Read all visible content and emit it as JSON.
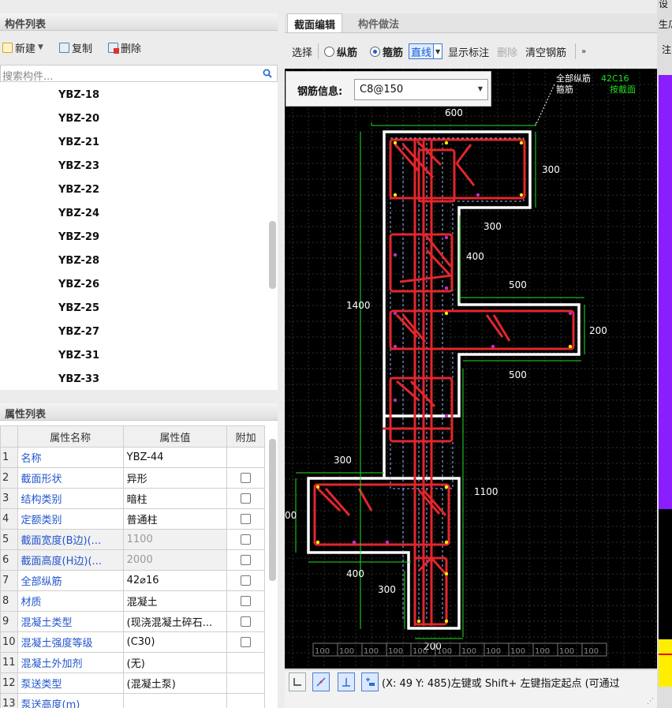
{
  "left_panel": {
    "title": "构件列表",
    "toolbar": {
      "new": "新建",
      "copy": "复制",
      "delete": "删除"
    },
    "search_placeholder": "搜索构件...",
    "components": [
      "YBZ-18",
      "YBZ-20",
      "YBZ-21",
      "YBZ-23",
      "YBZ-22",
      "YBZ-24",
      "YBZ-29",
      "YBZ-28",
      "YBZ-26",
      "YBZ-25",
      "YBZ-27",
      "YBZ-31",
      "YBZ-33"
    ]
  },
  "prop_panel": {
    "title": "属性列表",
    "headers": [
      "属性名称",
      "属性值",
      "附加"
    ],
    "rows": [
      {
        "idx": "1",
        "name": "名称",
        "value": "YBZ-44",
        "check": false,
        "gray": false
      },
      {
        "idx": "2",
        "name": "截面形状",
        "value": "异形",
        "check": true,
        "gray": false
      },
      {
        "idx": "3",
        "name": "结构类别",
        "value": "暗柱",
        "check": true,
        "gray": false
      },
      {
        "idx": "4",
        "name": "定额类别",
        "value": "普通柱",
        "check": true,
        "gray": false
      },
      {
        "idx": "5",
        "name": "截面宽度(B边)(...",
        "value": "1100",
        "check": true,
        "gray": true
      },
      {
        "idx": "6",
        "name": "截面高度(H边)(...",
        "value": "2000",
        "check": true,
        "gray": true
      },
      {
        "idx": "7",
        "name": "全部纵筋",
        "value": "42⌀16",
        "check": true,
        "gray": false
      },
      {
        "idx": "8",
        "name": "材质",
        "value": "混凝土",
        "check": true,
        "gray": false
      },
      {
        "idx": "9",
        "name": "混凝土类型",
        "value": "(现浇混凝土碎石...",
        "check": true,
        "gray": false
      },
      {
        "idx": "10",
        "name": "混凝土强度等级",
        "value": "(C30)",
        "check": true,
        "gray": false
      },
      {
        "idx": "11",
        "name": "混凝土外加剂",
        "value": "(无)",
        "check": false,
        "gray": false
      },
      {
        "idx": "12",
        "name": "泵送类型",
        "value": "(混凝土泵)",
        "check": false,
        "gray": false
      },
      {
        "idx": "13",
        "name": "泵送高度(m)",
        "value": "",
        "check": false,
        "gray": false
      }
    ]
  },
  "editor": {
    "tabs": [
      "截面编辑",
      "构件做法"
    ],
    "toolbar": {
      "select": "选择",
      "longitudinal": "纵筋",
      "stirrup": "箍筋",
      "line_mode": "直线",
      "show_dims": "显示标注",
      "delete": "删除",
      "clear": "清空钢筋"
    },
    "rebar_info_label": "钢筋信息:",
    "rebar_info_value": "C8@150",
    "legend": {
      "all_long": "全部纵筋",
      "all_long_val": "42C16",
      "stirrup": "箍筋",
      "stirrup_val": "按截面"
    },
    "dims": {
      "d600": "600",
      "d300a": "300",
      "d300b": "300",
      "d400a": "400",
      "d500a": "500",
      "d200a": "200",
      "d1400": "1400",
      "d500b": "500",
      "d300c": "300",
      "d1100": "1100",
      "d00": "00",
      "d400b": "400",
      "d300d": "300",
      "d200b": "200"
    },
    "ruler_label": "100",
    "status": "(X: 49 Y: 485)左键或 Shift+ 左键指定起点 (可通过"
  },
  "right_edge": {
    "t1": "设",
    "t2": "生瓜",
    "t3": "注"
  },
  "colors": {
    "rebar": "#e3262c",
    "outline": "#ffffff",
    "dim": "#1fe01f",
    "legend": "#1fe01f",
    "purple": "#8a1eff",
    "yellow": "#ffee00"
  }
}
